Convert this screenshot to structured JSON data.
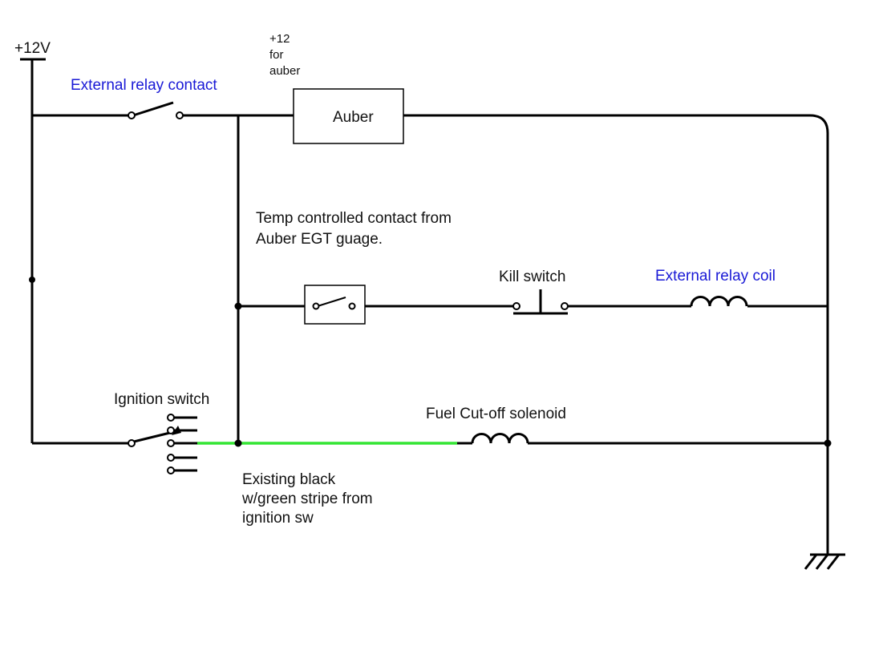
{
  "labels": {
    "supply": "+12V",
    "aux_note": [
      "+12",
      "for",
      "auber"
    ],
    "ext_relay_contact": "External relay contact",
    "auber": "Auber",
    "temp_contact": [
      "Temp controlled contact from",
      "Auber EGT guage."
    ],
    "kill_switch": "Kill switch",
    "ext_relay_coil": "External relay coil",
    "ignition_switch": "Ignition switch",
    "fuel_solenoid": "Fuel Cut-off solenoid",
    "existing_wire": [
      "Existing black",
      "w/green stripe from",
      "ignition sw"
    ]
  },
  "colors": {
    "label_blue": "#1a1ad6",
    "green_wire": "#33e533",
    "wire": "#000000"
  },
  "icons": {
    "ground": "ground-icon",
    "coil": "coil-icon",
    "switch": "switch-icon",
    "pushbutton": "pushbutton-icon"
  }
}
